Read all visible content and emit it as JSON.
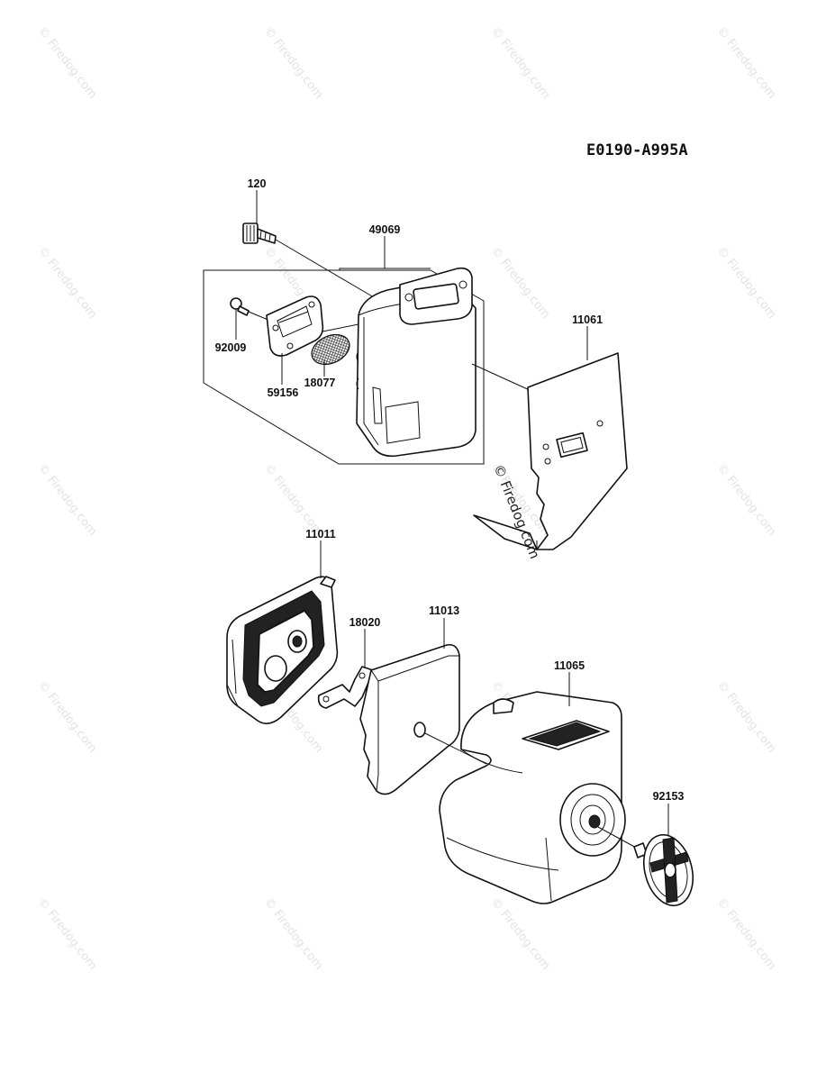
{
  "diagram_code": "E0190-A995A",
  "watermark": "© Firedog.com",
  "center_watermark": "© Firedog.com",
  "parts": [
    {
      "id": "p120",
      "number": "120"
    },
    {
      "id": "p49069",
      "number": "49069"
    },
    {
      "id": "p92009",
      "number": "92009"
    },
    {
      "id": "p59156",
      "number": "59156"
    },
    {
      "id": "p18077",
      "number": "18077"
    },
    {
      "id": "p11061",
      "number": "11061"
    },
    {
      "id": "p11011",
      "number": "11011"
    },
    {
      "id": "p18020",
      "number": "18020"
    },
    {
      "id": "p11013",
      "number": "11013"
    },
    {
      "id": "p11065",
      "number": "11065"
    },
    {
      "id": "p92153",
      "number": "92153"
    }
  ]
}
